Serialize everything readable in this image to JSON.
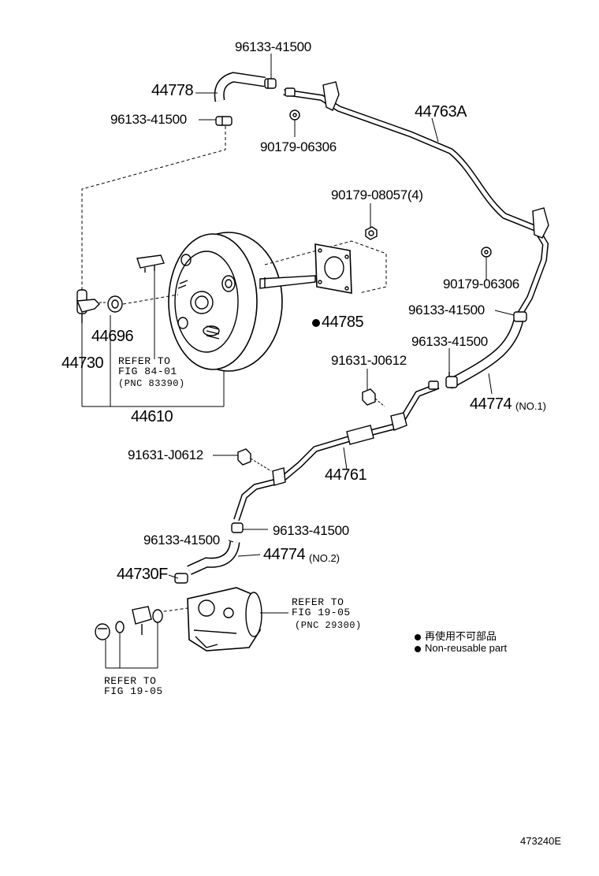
{
  "labels": {
    "p_96133_top": "96133-41500",
    "p_44778": "44778",
    "p_96133_left": "96133-41500",
    "p_90179_06306_top": "90179-06306",
    "p_44763A": "44763A",
    "p_90179_08057": "90179-08057(4)",
    "p_90179_06306_right": "90179-06306",
    "p_96133_right1": "96133-41500",
    "p_96133_right2": "96133-41500",
    "p_44774_no1": "44774",
    "p_no1": "(NO.1)",
    "p_44785": "44785",
    "p_44696": "44696",
    "p_44730": "44730",
    "ref_84_line1": "REFER TO",
    "ref_84_line2": "FIG 84-01",
    "ref_84_line3": "(PNC 83390)",
    "p_44610": "44610",
    "p_91631_right": "91631-J0612",
    "p_91631_left": "91631-J0612",
    "p_44761": "44761",
    "p_96133_mid_right": "96133-41500",
    "p_96133_mid_left": "96133-41500",
    "p_44774_no2": "44774",
    "p_no2": "(NO.2)",
    "p_44730F": "44730F",
    "ref_19_right_line1": "REFER TO",
    "ref_19_right_line2": "FIG 19-05",
    "ref_19_right_line3": "(PNC 29300)",
    "ref_19_bottom_line1": "REFER TO",
    "ref_19_bottom_line2": "FIG 19-05",
    "legend_jp": "再使用不可部品",
    "legend_en": "Non-reusable part",
    "diagram_id": "473240E"
  },
  "icons": {
    "non_reusable_marker": "filled-circle-icon"
  },
  "colors": {
    "line": "#000000",
    "background": "#ffffff"
  }
}
